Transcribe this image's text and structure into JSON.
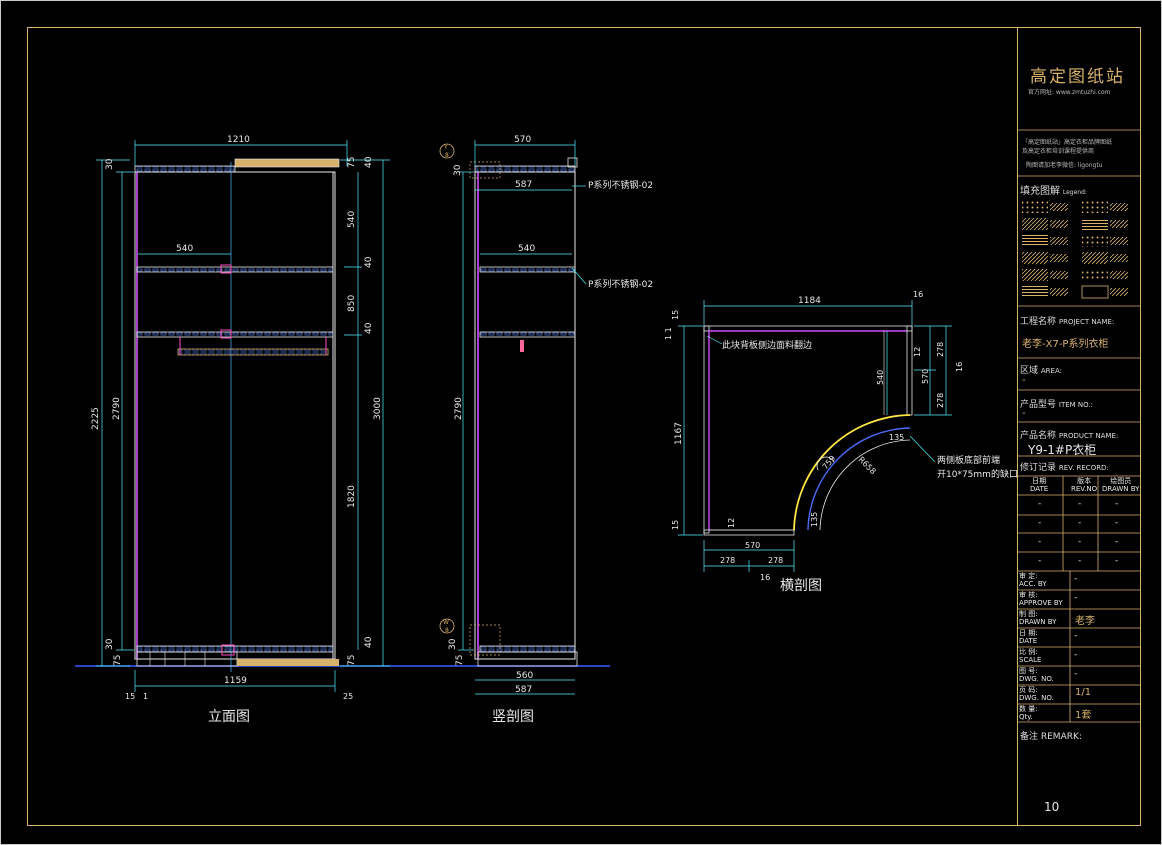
{
  "titles": {
    "elevation": "立面图",
    "section": "竖剖图",
    "plan": "横剖图"
  },
  "elevation_dims": {
    "top_width": "1210",
    "mid_width": "540",
    "bottom_width": "1159",
    "overall_height": "2225",
    "inner_height": "2790",
    "right_total": "3000",
    "seg_top": "540",
    "seg_mid": "850",
    "seg_bottom": "1820",
    "top_30": "30",
    "top_75": "75",
    "top_40": "40",
    "mid_40a": "40",
    "mid_40b": "40",
    "bot_30": "30",
    "bot_75": "75",
    "bot_40": "40",
    "bot_75b": "75",
    "left_15": "15",
    "left_1": "1",
    "right_25": "25"
  },
  "section_dims": {
    "top_width": "570",
    "top_inner": "587",
    "mid_width": "540",
    "bottom_560": "560",
    "bottom_587": "587",
    "height": "2790",
    "top_30": "30",
    "bot_30": "30",
    "bot_75": "75",
    "callout_1": "P系列不锈钢-02",
    "callout_2": "P系列不锈钢-02",
    "marker_top": "Y\n8",
    "marker_bot": "W\n8"
  },
  "plan_dims": {
    "top_width": "1184",
    "top_right": "16",
    "left_15": "15",
    "left_1": "1 1",
    "height": "1167",
    "bottom_15": "15",
    "inner_540": "540",
    "r_278a": "278",
    "r_570": "570",
    "r_16": "16",
    "r_278b": "278",
    "r_12": "12",
    "d_135a": "135",
    "d_135b": "135",
    "d_759": "759",
    "r_r658": "R658",
    "b_12": "12",
    "bottom_570": "570",
    "bottom_278a": "278",
    "bottom_278b": "278",
    "bottom_16": "16",
    "note_1": "此块背板侧边面料翻边",
    "note_2a": "两侧板底部前端",
    "note_2b": "开10*75mm的缺口"
  },
  "titleblock": {
    "brand": "高定图纸站",
    "website": "官方网址: www.zmtuzhi.com",
    "desc_1": "「高定图纸站」高定衣柜品牌图纸",
    "desc_2": "及高定衣柜培训课程提供商",
    "desc_3": "陶图请加老李微信: ligongtu",
    "legend_title": "填充图解",
    "legend_title_en": "Legend:",
    "project_label": "工程名称",
    "project_label_en": "PROJECT NAME:",
    "project_value": "老李-X7-P系列衣柜",
    "area_label": "区域",
    "area_label_en": "AREA:",
    "area_value": "-",
    "item_label": "产品型号",
    "item_label_en": "ITEM NO.:",
    "item_value": "-",
    "product_label": "产品名称",
    "product_label_en": "PRODUCT NAME:",
    "product_value": "Y9-1#P衣柜",
    "rev_label": "修订记录",
    "rev_label_en": "REV. RECORD:",
    "rev_headers": [
      "日期\nDATE",
      "版本\nREV.NO",
      "绘图员\nDRAWN BY"
    ],
    "rev_rows": [
      [
        "-",
        "-",
        "-"
      ],
      [
        "-",
        "-",
        "-"
      ],
      [
        "-",
        "-",
        "-"
      ],
      [
        "-",
        "-",
        "-"
      ]
    ],
    "acc_label": "审 定:\nACC. BY",
    "acc_value": "-",
    "appr_label": "审 核:\nAPPROVE BY",
    "appr_value": "-",
    "drawn_label": "制 图:\nDRAWN BY",
    "drawn_value": "老李",
    "date_label": "日 期:\nDATE",
    "date_value": "-",
    "scale_label": "比 例:\nSCALE",
    "scale_value": "-",
    "dwg_label": "图 号:\nDWG. NO.",
    "dwg_value": "-",
    "page_label": "页 码:\nDWG. NO.",
    "page_value": "1/1",
    "qty_label": "数 量:\nQty.",
    "qty_value": "1套",
    "remark": "备注 REMARK:",
    "sheet_number": "10"
  }
}
